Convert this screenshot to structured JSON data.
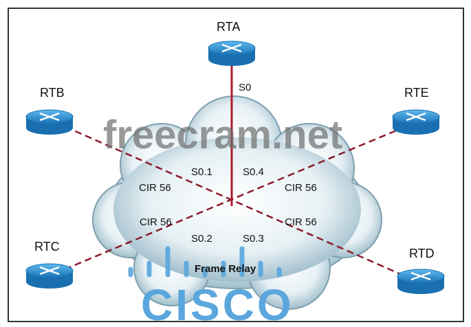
{
  "routers": [
    {
      "name": "RTA"
    },
    {
      "name": "RTB"
    },
    {
      "name": "RTC"
    },
    {
      "name": "RTD"
    },
    {
      "name": "RTE"
    }
  ],
  "interfaces": {
    "rta": "S0",
    "s01": "S0.1",
    "s02": "S0.2",
    "s03": "S0.3",
    "s04": "S0.4"
  },
  "cir": {
    "tl": "CIR 56",
    "tr": "CIR 56",
    "bl": "CIR 56",
    "br": "CIR 56"
  },
  "cloud_label": "Frame Relay",
  "watermark": "freecram.net",
  "logo": "CISCO",
  "colors": {
    "router": "#2a8fd0",
    "pvc": "#8b1a2a",
    "physical": "#b0182a",
    "logo": "#5aa6dd"
  }
}
